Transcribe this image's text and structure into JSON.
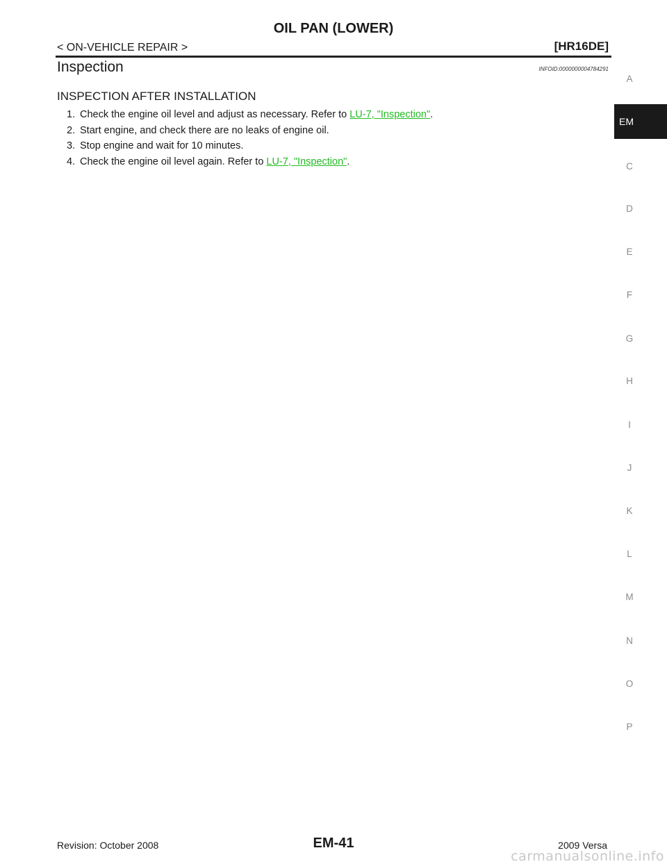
{
  "header": {
    "title": "OIL PAN (LOWER)",
    "section": "< ON-VEHICLE REPAIR >",
    "engine": "[HR16DE]"
  },
  "content": {
    "heading": "Inspection",
    "infoid": "INFOID:0000000004784291",
    "subheading": "INSPECTION AFTER INSTALLATION",
    "steps": [
      {
        "num": "1.",
        "text": "Check the engine oil level and adjust as necessary. Refer to ",
        "link": "LU-7, \"Inspection\"",
        "after": "."
      },
      {
        "num": "2.",
        "text": "Start engine, and check there are no leaks of engine oil.",
        "link": "",
        "after": ""
      },
      {
        "num": "3.",
        "text": "Stop engine and wait for 10 minutes.",
        "link": "",
        "after": ""
      },
      {
        "num": "4.",
        "text": "Check the engine oil level again. Refer to ",
        "link": "LU-7, \"Inspection\"",
        "after": "."
      }
    ]
  },
  "side_index": {
    "letters": [
      "A",
      "EM",
      "C",
      "D",
      "E",
      "F",
      "G",
      "H",
      "I",
      "J",
      "K",
      "L",
      "M",
      "N",
      "O",
      "P"
    ],
    "active": "EM"
  },
  "footer": {
    "revision": "Revision: October 2008",
    "page": "EM-41",
    "model": "2009 Versa",
    "watermark": "carmanualsonline.info"
  }
}
